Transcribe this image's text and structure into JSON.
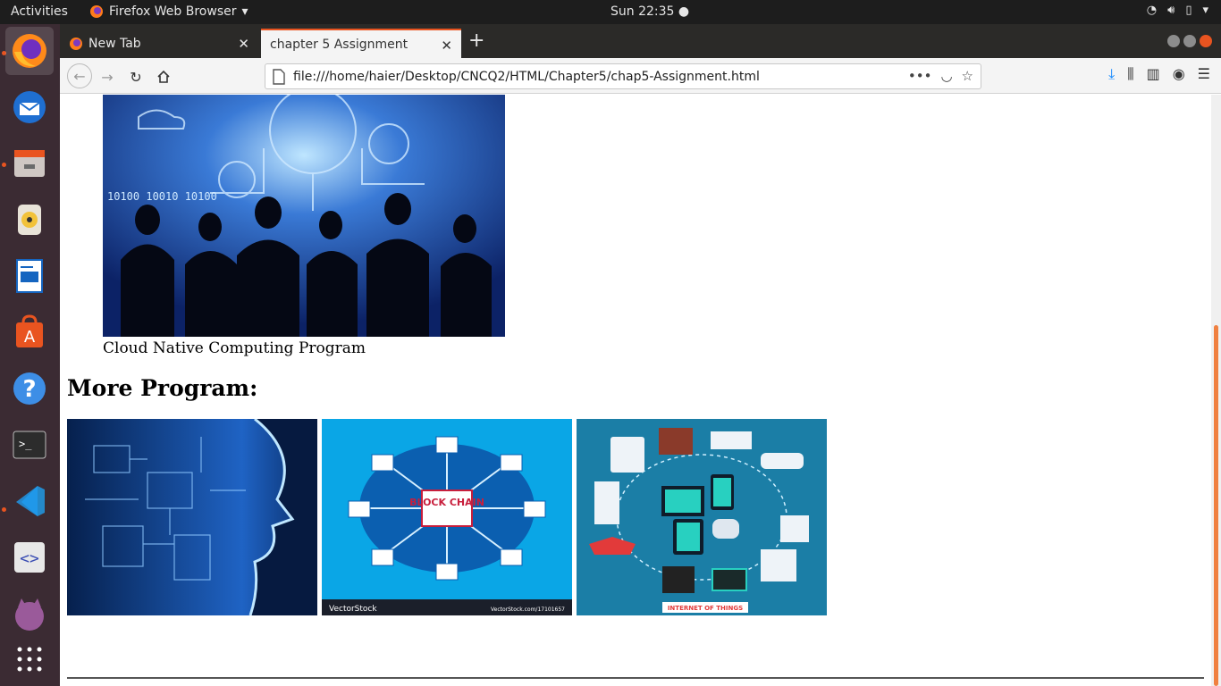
{
  "topbar": {
    "activities": "Activities",
    "app_name": "Firefox Web Browser",
    "clock": "Sun 22:35"
  },
  "dock": {
    "items": [
      "firefox-icon",
      "thunderbird-icon",
      "files-icon",
      "rhythmbox-icon",
      "libreoffice-writer-icon",
      "software-center-icon",
      "help-icon",
      "terminal-icon",
      "vscode-icon",
      "code-editor-icon",
      "cat-app-icon",
      "show-apps-icon"
    ]
  },
  "browser": {
    "tabs": [
      {
        "label": "New Tab"
      },
      {
        "label": "chapter 5 Assignment"
      }
    ],
    "url": "file:///home/haier/Desktop/CNCQ2/HTML/Chapter5/chap5-Assignment.html"
  },
  "page": {
    "caption": "Cloud Native Computing Program",
    "heading": "More Program:",
    "blockchain_label": "BLOCK CHAIN",
    "vectorstock": "VectorStock",
    "vectorstock_id": "VectorStock.com/17101657",
    "iot_label": "INTERNET OF THINGS"
  },
  "colors": {
    "accent": "#e95420",
    "dock_bg": "#3b2b33",
    "blockchain_bg": "#0aa6e6"
  }
}
